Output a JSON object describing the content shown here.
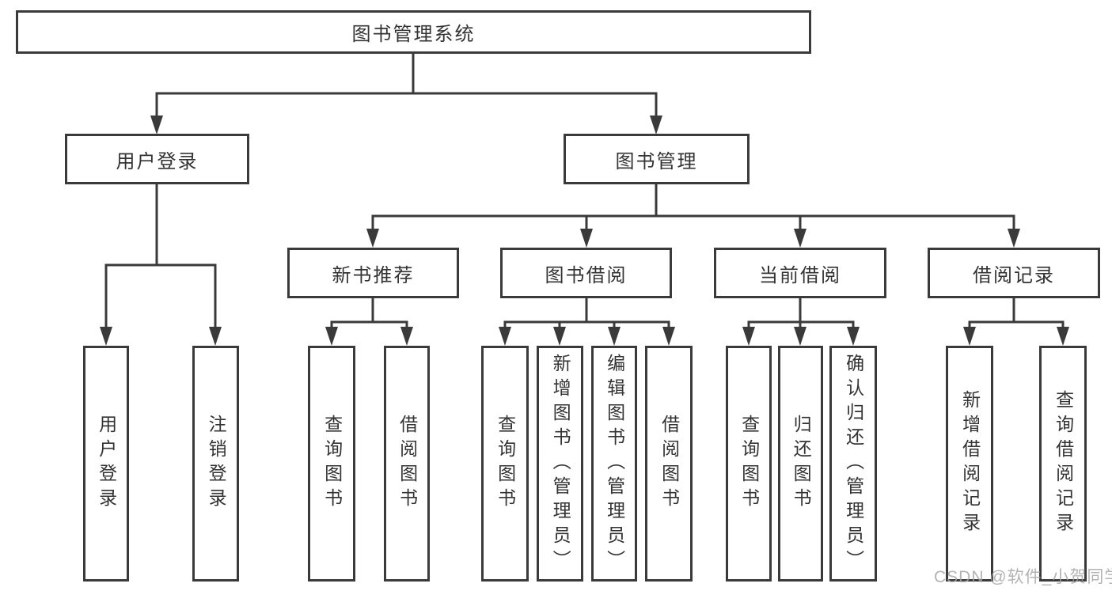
{
  "diagram": {
    "title": "图书管理系统",
    "root": {
      "label": "图书管理系统"
    },
    "level2": [
      {
        "label": "用户登录"
      },
      {
        "label": "图书管理"
      }
    ],
    "level3": [
      {
        "label": "新书推荐",
        "parent": "图书管理"
      },
      {
        "label": "图书借阅",
        "parent": "图书管理"
      },
      {
        "label": "当前借阅",
        "parent": "图书管理"
      },
      {
        "label": "借阅记录",
        "parent": "图书管理"
      }
    ],
    "leaves": [
      {
        "label": "用户登录",
        "parent": "用户登录"
      },
      {
        "label": "注销登录",
        "parent": "用户登录"
      },
      {
        "label": "查询图书",
        "parent": "新书推荐"
      },
      {
        "label": "借阅图书",
        "parent": "新书推荐"
      },
      {
        "label": "查询图书",
        "parent": "图书借阅"
      },
      {
        "label": "新增图书（管理员）",
        "parent": "图书借阅"
      },
      {
        "label": "编辑图书（管理员）",
        "parent": "图书借阅"
      },
      {
        "label": "借阅图书",
        "parent": "图书借阅"
      },
      {
        "label": "查询图书",
        "parent": "当前借阅"
      },
      {
        "label": "归还图书",
        "parent": "当前借阅"
      },
      {
        "label": "确认归还（管理员）",
        "parent": "当前借阅"
      },
      {
        "label": "新增借阅记录",
        "parent": "借阅记录"
      },
      {
        "label": "查询借阅记录",
        "parent": "借阅记录"
      }
    ]
  },
  "watermark": {
    "text": "CSDN @软件_小贺同学"
  },
  "colors": {
    "line": "#3a3a3a",
    "box_border": "#3a3a3a",
    "text": "#333333",
    "background": "#ffffff",
    "watermark": "#a6a6a6"
  }
}
